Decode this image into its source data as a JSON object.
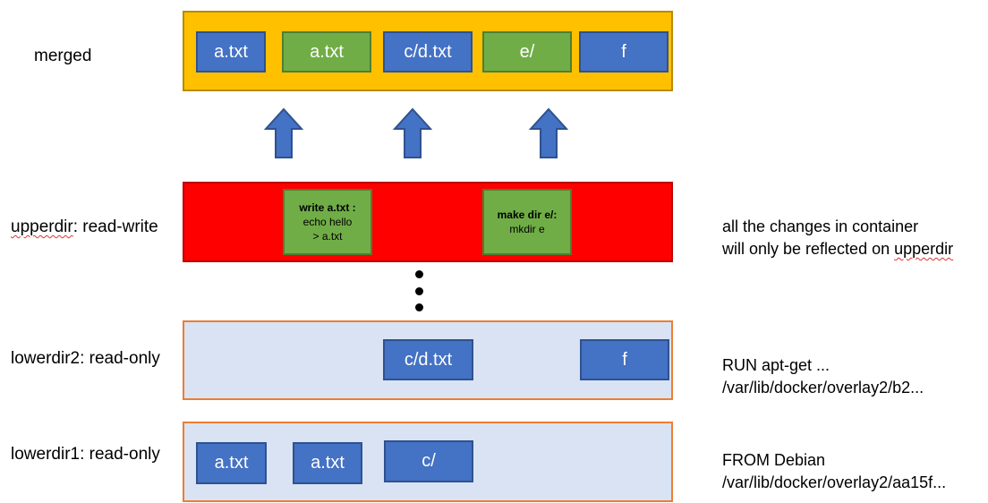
{
  "labels": {
    "merged": "merged",
    "upperdir_prefix": "upperdir",
    "upperdir_suffix": ": read-write",
    "lowerdir2": "lowerdir2: read-only",
    "lowerdir1": "lowerdir1: read-only"
  },
  "merged": {
    "items": [
      {
        "label": "a.txt",
        "color": "#4472c4"
      },
      {
        "label": "a.txt",
        "color": "#70ad47"
      },
      {
        "label": "c/d.txt",
        "color": "#4472c4"
      },
      {
        "label": "e/",
        "color": "#70ad47"
      },
      {
        "label": "f",
        "color": "#4472c4"
      }
    ]
  },
  "upperdir": {
    "notes": [
      {
        "title": "write a.txt :",
        "line1": "echo hello",
        "line2": "> a.txt"
      },
      {
        "title": "make dir e/:",
        "line1": "mkdir e"
      }
    ],
    "side_line1": "all the changes in container",
    "side_line2_prefix": "will only be reflected on ",
    "side_line2_word": "upperdir"
  },
  "lowerdir2": {
    "items": [
      {
        "label": "c/d.txt"
      },
      {
        "label": "f"
      }
    ],
    "side_line1": "RUN apt-get ...",
    "side_line2": "/var/lib/docker/overlay2/b2..."
  },
  "lowerdir1": {
    "items": [
      {
        "label": "a.txt"
      },
      {
        "label": "a.txt"
      },
      {
        "label": "c/"
      }
    ],
    "side_line1": "FROM Debian",
    "side_line2": "/var/lib/docker/overlay2/aa15f..."
  },
  "colors": {
    "merged_bg": "#ffc000",
    "upper_bg": "#ff0000",
    "lower_bg": "#dae3f3",
    "lower_border": "#ed7d31",
    "blue_box": "#4472c4",
    "green_box": "#70ad47",
    "arrow": "#4472c4"
  }
}
